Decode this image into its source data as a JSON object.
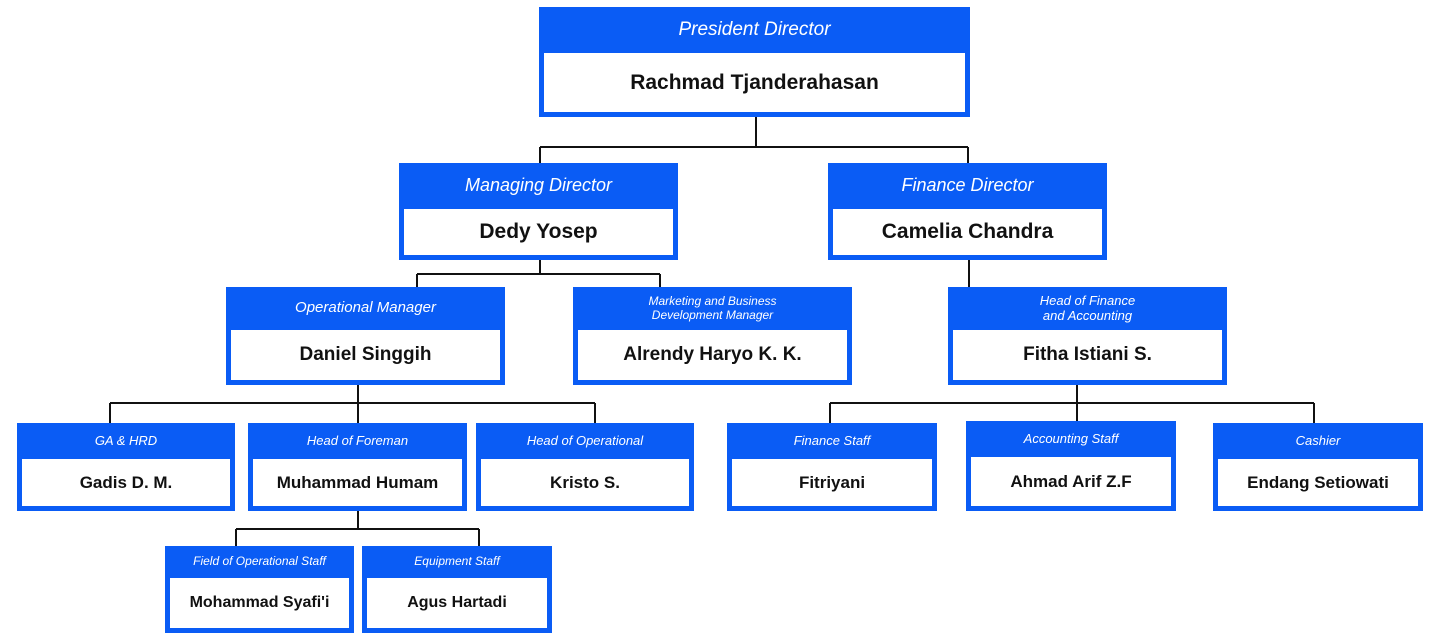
{
  "org_chart": {
    "president": {
      "role": "President Director",
      "name": "Rachmad Tjanderahasan"
    },
    "managing_director": {
      "role": "Managing Director",
      "name": "Dedy Yosep"
    },
    "finance_director": {
      "role": "Finance Director",
      "name": "Camelia Chandra"
    },
    "operational_manager": {
      "role": "Operational Manager",
      "name": "Daniel Singgih"
    },
    "marketing_manager": {
      "role": "Marketing and Business\nDevelopment Manager",
      "name": "Alrendy Haryo K. K."
    },
    "head_finance": {
      "role": "Head of Finance\nand Accounting",
      "name": "Fitha Istiani S."
    },
    "ga_hrd": {
      "role": "GA & HRD",
      "name": "Gadis D. M."
    },
    "head_foreman": {
      "role": "Head of Foreman",
      "name": "Muhammad Humam"
    },
    "head_operational": {
      "role": "Head of Operational",
      "name": "Kristo S."
    },
    "finance_staff": {
      "role": "Finance Staff",
      "name": "Fitriyani"
    },
    "accounting_staff": {
      "role": "Accounting Staff",
      "name": "Ahmad Arif Z.F"
    },
    "cashier": {
      "role": "Cashier",
      "name": "Endang Setiowati"
    },
    "field_staff": {
      "role": "Field of Operational Staff",
      "name": "Mohammad Syafi'i"
    },
    "equipment_staff": {
      "role": "Equipment Staff",
      "name": "Agus Hartadi"
    }
  },
  "colors": {
    "accent": "#0a5cf5",
    "connector": "#111111"
  }
}
